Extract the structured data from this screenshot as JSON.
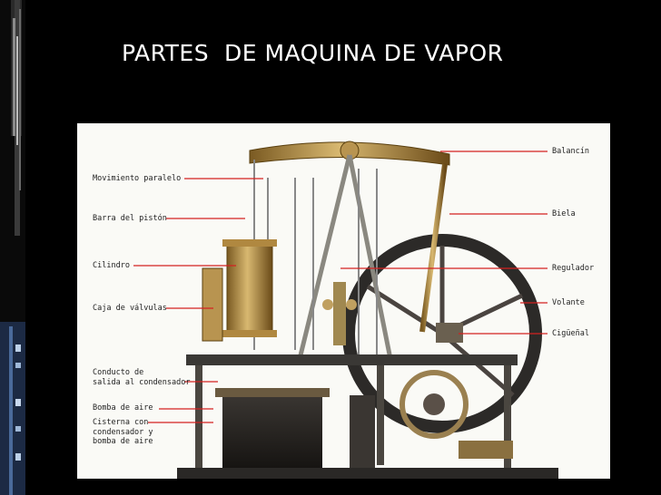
{
  "slide": {
    "title": "PARTES  DE MAQUINA DE VAPOR"
  },
  "diagram": {
    "labels_left": [
      {
        "id": "movimiento",
        "text": "Movimiento paralelo"
      },
      {
        "id": "barra",
        "text": "Barra del pistón"
      },
      {
        "id": "cilindro",
        "text": "Cilindro"
      },
      {
        "id": "caja",
        "text": "Caja de válvulas"
      },
      {
        "id": "conducto",
        "text": "Conducto de\nsalida al condensador"
      },
      {
        "id": "bomba",
        "text": "Bomba de aire"
      },
      {
        "id": "cisterna",
        "text": "Cisterna con\ncondensador y\nbomba de aire"
      }
    ],
    "labels_right": [
      {
        "id": "balancin",
        "text": "Balancín"
      },
      {
        "id": "biela",
        "text": "Biela"
      },
      {
        "id": "regulador",
        "text": "Regulador"
      },
      {
        "id": "volante",
        "text": "Volante"
      },
      {
        "id": "ciguenal",
        "text": "Cigüeñal"
      }
    ],
    "leader_color": "#d42020"
  }
}
